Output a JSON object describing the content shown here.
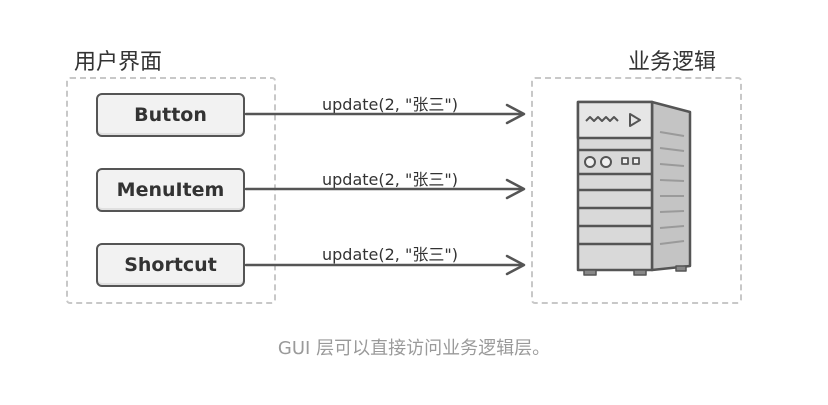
{
  "ui_layer": {
    "title": "用户界面",
    "components": [
      "Button",
      "MenuItem",
      "Shortcut"
    ]
  },
  "business_layer": {
    "title": "业务逻辑",
    "server_icon": "server-tower-icon"
  },
  "calls": [
    "update(2, \"张三\")",
    "update(2, \"张三\")",
    "update(2, \"张三\")"
  ],
  "caption": "GUI 层可以直接访问业务逻辑层。",
  "colors": {
    "stroke": "#555555",
    "dashed_border": "#c8c8c8",
    "caption_text": "#9a9a9a",
    "server_body": "#d9d9d9"
  }
}
